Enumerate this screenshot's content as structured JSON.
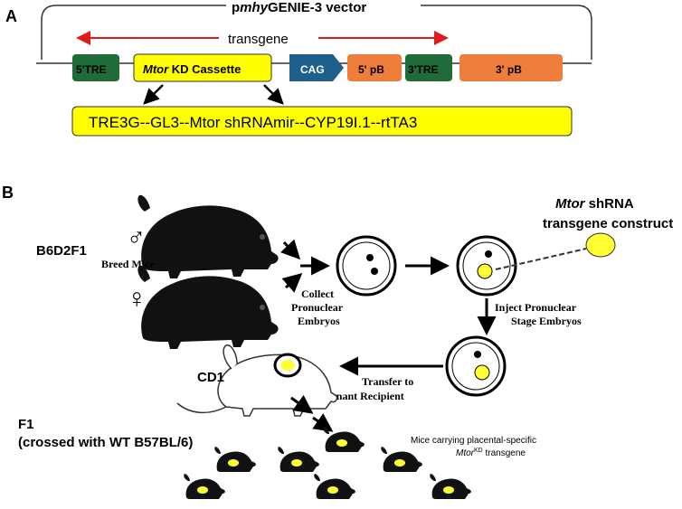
{
  "panel_a": {
    "label": "A",
    "vector_title_prefix": "p",
    "vector_title_italic": "mhy",
    "vector_title_suffix": "GENIE-3 vector",
    "transgene_label": "transgene",
    "elements": {
      "tre5": "5'TRE",
      "kd_cassette_italic": "Mtor",
      "kd_cassette_suffix": " KD Cassette",
      "cag": "CAG",
      "pb5": "5' pB",
      "tre3": "3'TRE",
      "pb3": "3' pB"
    },
    "cassette_detail": "TRE3G--GL3--Mtor shRNAmir--CYP19I.1--rtTA3"
  },
  "panel_b": {
    "label": "B",
    "strain_parent": "B6D2F1",
    "breed_label": "Breed Mice",
    "male_symbol": "♂",
    "female_symbol": "♀",
    "collect_label": [
      "Collect",
      "Pronuclear",
      "Embryos"
    ],
    "construct_label_italic": "Mtor",
    "construct_label_suffix": " shRNA",
    "construct_label_line2": "transgene construct",
    "inject_label": [
      "Inject Pronuclear",
      "Stage Embryos"
    ],
    "transfer_label": [
      "Transfer to",
      "Pseudopregnant Recipient"
    ],
    "recipient_strain": "CD1",
    "f1_label": "F1",
    "f1_cross": "(crossed with WT B57BL/6)",
    "offspring_note_line1": "Mice carrying placental-specific",
    "offspring_note_italic": "Mtor",
    "offspring_note_sup": "KD",
    "offspring_note_suffix": " transgene"
  },
  "colors": {
    "tre_green": "#1f6b3a",
    "cassette_yellow": "#ffff00",
    "cag_blue": "#1f5f8b",
    "pb_orange": "#ef7d3c",
    "arrow_red": "#e11b1b",
    "mouse_black": "#111111",
    "embryo_yellow": "#ffff33"
  }
}
